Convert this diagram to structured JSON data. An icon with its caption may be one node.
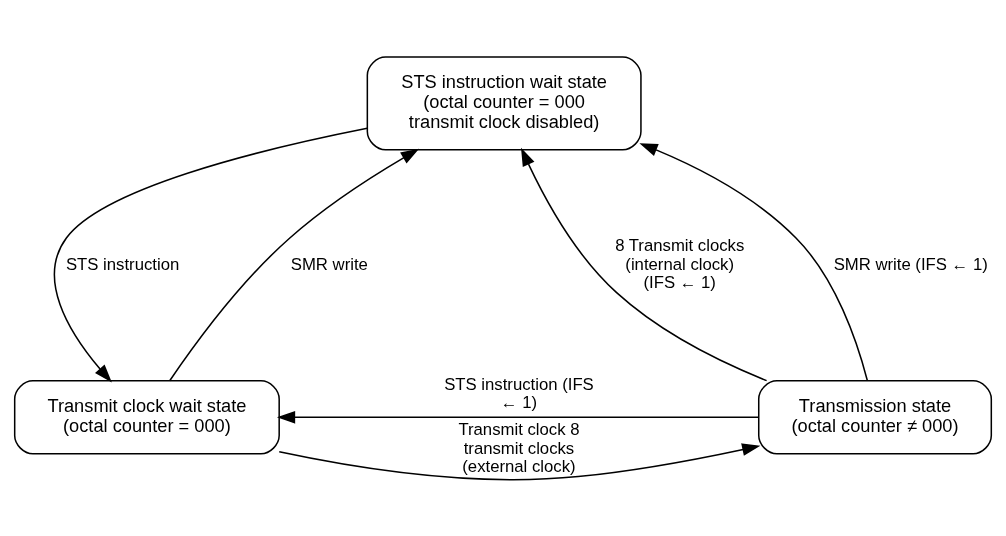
{
  "diagram": {
    "nodes": [
      {
        "text": [
          "STS instruction wait state",
          "(octal counter = 000 transmit clock disabled)"
        ]
      },
      {
        "text": [
          "Transmit clock wait state",
          "(octal counter = 000)"
        ]
      },
      {
        "text": [
          "Transmission state",
          "(octal counter ≠ 000)"
        ]
      }
    ],
    "edges": [
      {
        "from": 1,
        "to": 0,
        "arrow": "to",
        "label": "SMR write"
      },
      {
        "from": 0,
        "to": 1,
        "arrow": "to",
        "label": "STS instruction"
      },
      {
        "from": 1,
        "to": 2,
        "arrow": "to",
        "label": "Transmit clock 8 transmit clocks (external clock)"
      },
      {
        "from": 2,
        "to": 1,
        "arrow": "to",
        "label": "STS instruction (IFS ← 1)"
      },
      {
        "from": 2,
        "to": 0,
        "arrow": "to",
        "label": "8 Transmit clocks (internal clock) (IFS ← 1)"
      },
      {
        "from": 2,
        "to": 0,
        "arrow": "to",
        "label": "SMR write (IFS ← 1)"
      }
    ]
  }
}
